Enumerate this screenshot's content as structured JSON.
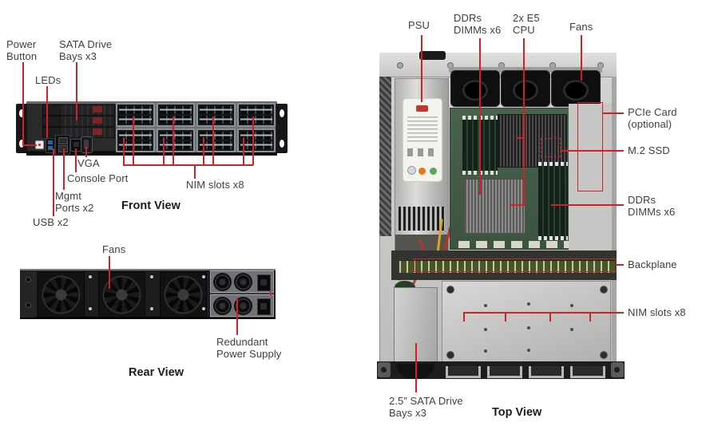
{
  "colors": {
    "callout": "#cf2129",
    "label_text": "#3f3f3f",
    "title_text": "#1c1c1c"
  },
  "front_view": {
    "title": "Front View",
    "labels": {
      "power_button": "Power Button",
      "sata_drive_bays": "SATA Drive Bays x3",
      "leds": "LEDs",
      "vga": "VGA",
      "console_port": "Console Port",
      "mgmt_ports": "Mgmt Ports x2",
      "usb": "USB x2",
      "nim_slots": "NIM slots x8"
    }
  },
  "rear_view": {
    "title": "Rear View",
    "labels": {
      "fans": "Fans",
      "redundant_power_supply": "Redundant Power Supply"
    }
  },
  "top_view": {
    "title": "Top View",
    "labels": {
      "psu": "PSU",
      "ddrs_dimms_top": "DDRs DIMMs x6",
      "cpu": "2x E5 CPU",
      "fans": "Fans",
      "pcie_card": "PCIe Card (optional)",
      "m2_ssd": "M.2 SSD",
      "ddrs_dimms_right": "DDRs DIMMs x6",
      "backplane": "Backplane",
      "nim_slots": "NIM slots x8",
      "sata_drive_bays": "2.5” SATA Drive Bays x3"
    }
  }
}
